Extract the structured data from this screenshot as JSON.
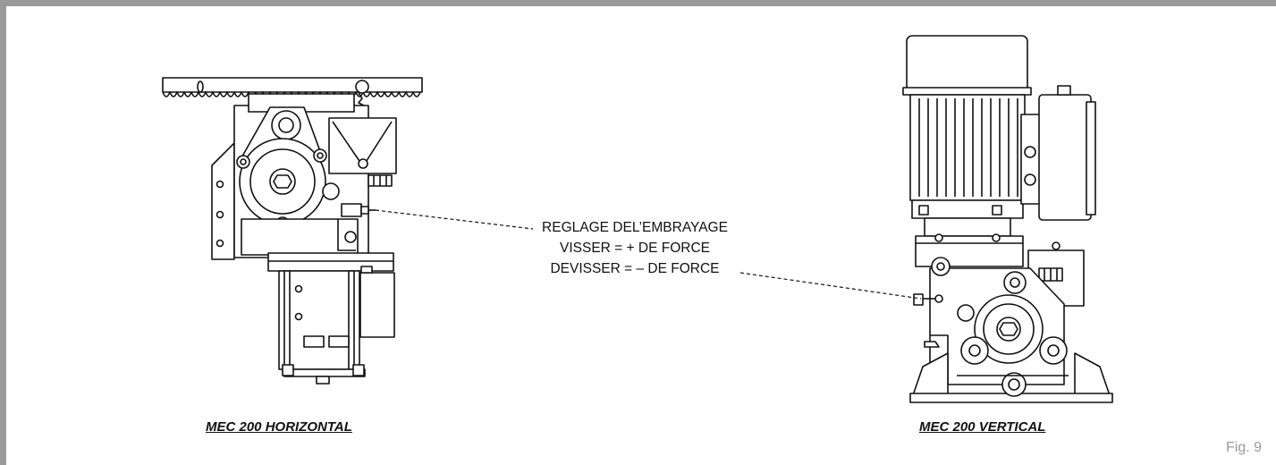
{
  "annotation": {
    "line1": "REGLAGE DEL’EMBRAYAGE",
    "line2": "VISSER = + DE FORCE",
    "line3": "DEVISSER = – DE FORCE"
  },
  "captions": {
    "horizontal": "MEC 200 HORIZONTAL",
    "vertical": "MEC 200 VERTICAL"
  },
  "figure_label": "Fig. 9",
  "colors": {
    "frame": "#9a9a9a",
    "line": "#111111"
  }
}
